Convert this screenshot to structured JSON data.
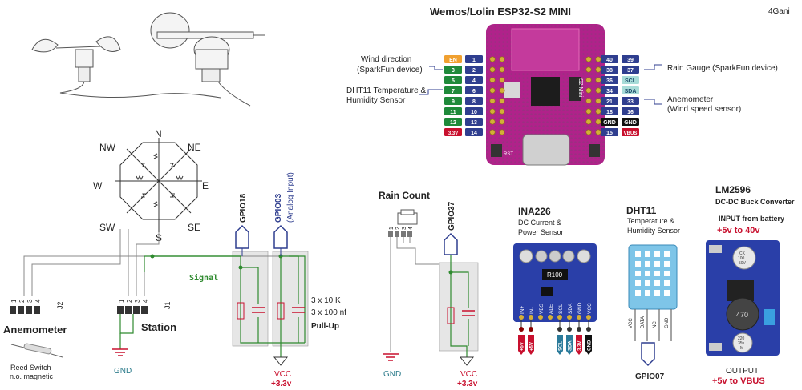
{
  "corner_label": "4Gani",
  "board": {
    "title": "Wemos/Lolin ESP32-S2 MINI",
    "left_outer_pins": [
      {
        "label": "EN",
        "color": "#f0a030"
      },
      {
        "label": "3",
        "color": "#1f8a3a"
      },
      {
        "label": "5",
        "color": "#1f8a3a"
      },
      {
        "label": "7",
        "color": "#1f8a3a"
      },
      {
        "label": "9",
        "color": "#1f8a3a"
      },
      {
        "label": "11",
        "color": "#1f8a3a"
      },
      {
        "label": "12",
        "color": "#1f8a3a"
      },
      {
        "label": "3.3V",
        "color": "#c8102e"
      }
    ],
    "left_inner_pins": [
      "1",
      "2",
      "4",
      "6",
      "8",
      "10",
      "13",
      "14"
    ],
    "right_inner_pins": [
      {
        "label": "40",
        "color": "#2f3e8f"
      },
      {
        "label": "38",
        "color": "#2f3e8f"
      },
      {
        "label": "36",
        "color": "#2f3e8f"
      },
      {
        "label": "34",
        "color": "#2f3e8f"
      },
      {
        "label": "21",
        "color": "#2f3e8f"
      },
      {
        "label": "18",
        "color": "#2f3e8f"
      },
      {
        "label": "GND",
        "color": "#111111"
      },
      {
        "label": "15",
        "color": "#2f3e8f"
      }
    ],
    "right_outer_pins": [
      {
        "label": "39",
        "color": "#2f3e8f"
      },
      {
        "label": "37",
        "color": "#2f3e8f"
      },
      {
        "label": "SCL",
        "color": "#a8dcd8"
      },
      {
        "label": "SDA",
        "color": "#a8dcd8"
      },
      {
        "label": "33",
        "color": "#2f3e8f"
      },
      {
        "label": "16",
        "color": "#2f3e8f"
      },
      {
        "label": "GND",
        "color": "#111111"
      },
      {
        "label": "VBUS",
        "color": "#c8102e"
      }
    ],
    "annot_wind_dir": [
      "Wind direction",
      "(SparkFun device)"
    ],
    "annot_dht": [
      "DHT11 Temperature &",
      "Humidity Sensor"
    ],
    "annot_rain": "Rain Gauge (SparkFun device)",
    "annot_anemo": [
      "Anemometer",
      "(Wind speed sensor)"
    ],
    "chip_label": "S2 Mini",
    "rst_label": "RST"
  },
  "wind": {
    "n": "N",
    "ne": "NE",
    "e": "E",
    "se": "SE",
    "s": "S",
    "sw": "SW",
    "w": "W",
    "nw": "NW"
  },
  "station": {
    "gpio18": "GPIO18",
    "gpio03": "GPIO03",
    "analog": "(Analog Input)",
    "signal": "Signal",
    "pullup": [
      "3 x 10 K",
      "3 x 100 nf",
      "Pull-Up"
    ],
    "vcc": "VCC",
    "vcc_v": "+3.3v",
    "gnd": "GND",
    "j2": "J2",
    "j1": "J1",
    "j2_pins": [
      "1",
      "2",
      "3",
      "4"
    ],
    "j1_pins": [
      "1",
      "2",
      "3",
      "4"
    ],
    "anemometer": "Anemometer",
    "station": "Station",
    "reed1": "Reed Switch",
    "reed2": "n.o. magnetic"
  },
  "rain": {
    "title": "Rain Count",
    "gpio37": "GPIO37",
    "pins": [
      "1",
      "2",
      "3",
      "4"
    ],
    "gnd": "GND",
    "vcc": "VCC",
    "vcc_v": "+3.3v"
  },
  "ina226": {
    "title": "INA226",
    "sub": [
      "DC Current &",
      "Power Sensor"
    ],
    "chip": "R100",
    "pins": [
      "IN+",
      "IN-",
      "VBS",
      "ALE",
      "SCL",
      "SDA",
      "GND",
      "VCC"
    ],
    "tags": [
      "+5V",
      "+5V",
      "SCL",
      "SDA",
      "3.3V",
      "GND"
    ]
  },
  "dht11": {
    "title": "DHT11",
    "sub": [
      "Temperature &",
      "Humidity Sensor"
    ],
    "pins": [
      "VCC",
      "DATA",
      "NC",
      "GND"
    ],
    "gpio": "GPIO07"
  },
  "lm2596": {
    "title": "LM2596",
    "sub": "DC-DC Buck Converter",
    "input1": "INPUT from battery",
    "input2": "+5v to 40v",
    "cap1": [
      "CK",
      "100",
      "50V"
    ],
    "coil": "470",
    "cap2": [
      "220",
      "35v",
      "M"
    ],
    "output1": "OUTPUT",
    "output2": "+5v to VBUS"
  }
}
